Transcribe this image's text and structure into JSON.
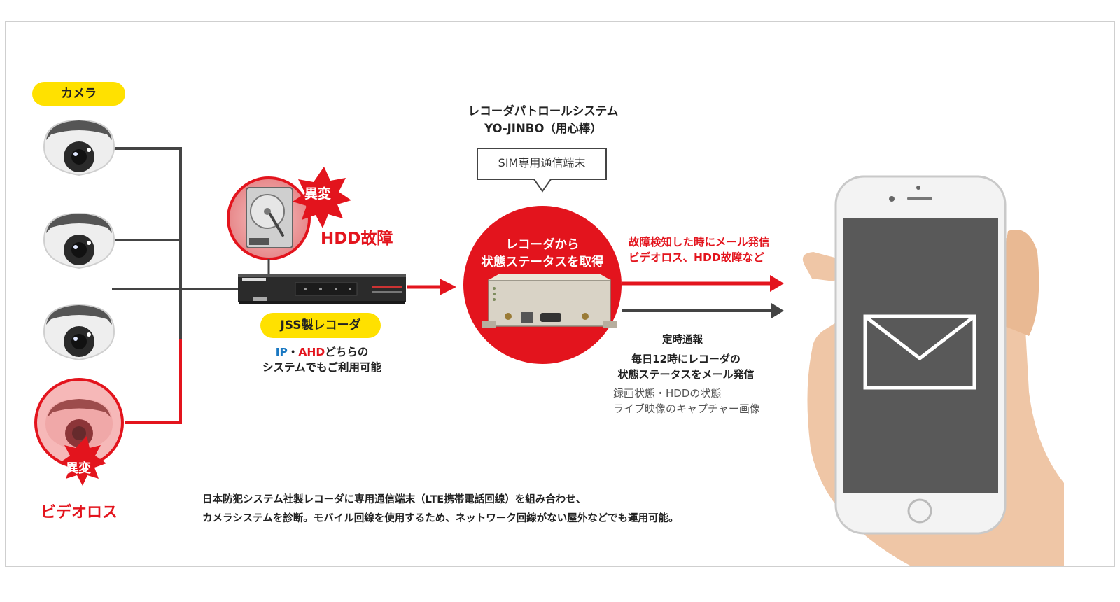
{
  "camera_label": "カメラ",
  "alert_label": "異変",
  "video_loss_label": "ビデオロス",
  "hdd_failure_label": "HDD故障",
  "recorder": {
    "pill": "JSS製レコーダ",
    "ip": "IP",
    "sep": "・",
    "ahd": "AHD",
    "line1_rest": "どちらの",
    "line2": "システムでもご利用可能"
  },
  "system": {
    "title_line1": "レコーダパトロールシステム",
    "title_line2": "YO-JINBO（用心棒）",
    "sim_callout": "SIM専用通信端末",
    "circle_line1": "レコーダから",
    "circle_line2": "状態ステータスを取得"
  },
  "alert_mail": {
    "line1": "故障検知した時にメール発信",
    "line2": "ビデオロス、HDD故障など"
  },
  "scheduled": {
    "title": "定時通報",
    "line1": "毎日12時にレコーダの",
    "line2": "状態ステータスをメール発信",
    "detail1": "録画状態・HDDの状態",
    "detail2": "ライブ映像のキャプチャー画像"
  },
  "description": {
    "line1": "日本防犯システム社製レコーダに専用通信端末（LTE携帯電話回線）を組み合わせ、",
    "line2": "カメラシステムを診断。モバイル回線を使用するため、ネットワーク回線がない屋外などでも運用可能。"
  },
  "colors": {
    "red": "#e3141d",
    "dark_line": "#444444",
    "yellow": "#ffe100",
    "phone_screen": "#595959"
  },
  "icons": [
    "dome-camera-icon",
    "hdd-icon",
    "recorder-icon",
    "communication-terminal-icon",
    "smartphone-icon",
    "mail-envelope-icon",
    "burst-icon",
    "arrow-icon"
  ]
}
